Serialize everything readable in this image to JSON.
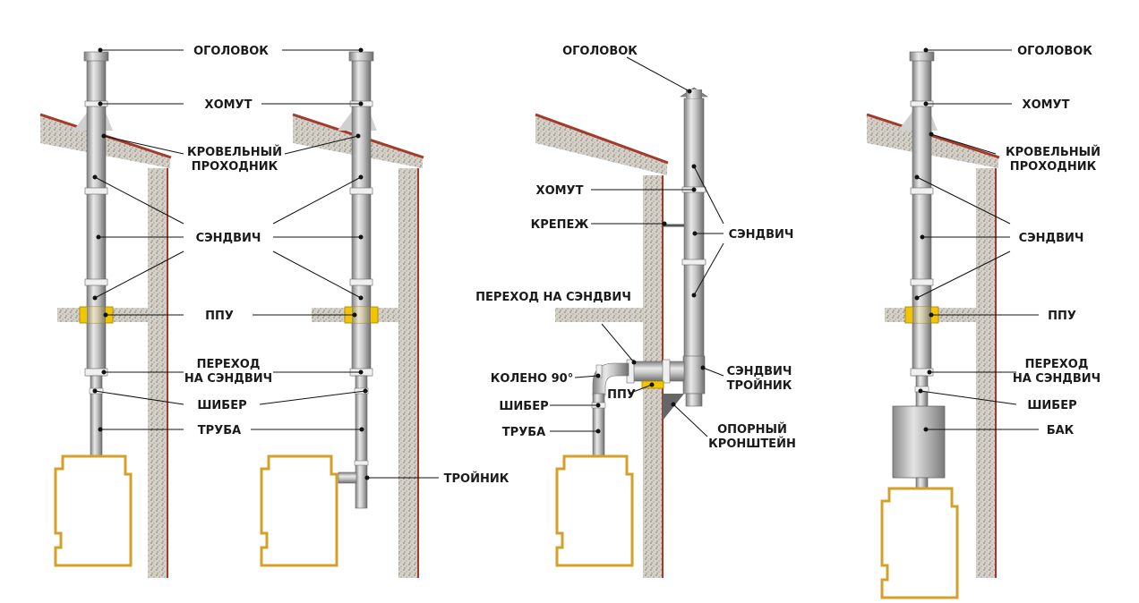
{
  "diagrams": [
    {
      "labels": {
        "ogolovok": "ОГОЛОВОК",
        "homut": "ХОМУТ",
        "krovelny_1": "КРОВЕЛЬНЫЙ",
        "krovelny_2": "ПРОХОДНИК",
        "sendvich": "СЭНДВИЧ",
        "ppu": "ППУ",
        "perehod_1": "ПЕРЕХОД",
        "perehod_2": "НА СЭНДВИЧ",
        "shiber": "ШИБЕР",
        "truba": "ТРУБА",
        "troynik": "ТРОЙНИК"
      }
    },
    {
      "labels": {
        "ogolovok": "ОГОЛОВОК",
        "homut": "ХОМУТ",
        "krepezh": "КРЕПЕЖ",
        "sendvich": "СЭНДВИЧ",
        "perehod": "ПЕРЕХОД НА СЭНДВИЧ",
        "koleno": "КОЛЕНО 90°",
        "shiber": "ШИБЕР",
        "truba": "ТРУБА",
        "ppu": "ППУ",
        "sendvich_troynik_1": "СЭНДВИЧ",
        "sendvich_troynik_2": "ТРОЙНИК",
        "opora_1": "ОПОРНЫЙ",
        "opora_2": "КРОНШТЕЙН"
      }
    },
    {
      "labels": {
        "ogolovok": "ОГОЛОВОК",
        "homut": "ХОМУТ",
        "krovelny_1": "КРОВЕЛЬНЫЙ",
        "krovelny_2": "ПРОХОДНИК",
        "sendvich": "СЭНДВИЧ",
        "ppu": "ППУ",
        "perehod_1": "ПЕРЕХОД",
        "perehod_2": "НА СЭНДВИЧ",
        "shiber": "ШИБЕР",
        "bak": "БАК"
      }
    }
  ],
  "colors": {
    "insulation": "#d8d4cc",
    "roof": "#a33a2a",
    "stove_outline": "#d4a02a",
    "ppu": "#f2c500",
    "pipe": "#b8b8b8"
  }
}
